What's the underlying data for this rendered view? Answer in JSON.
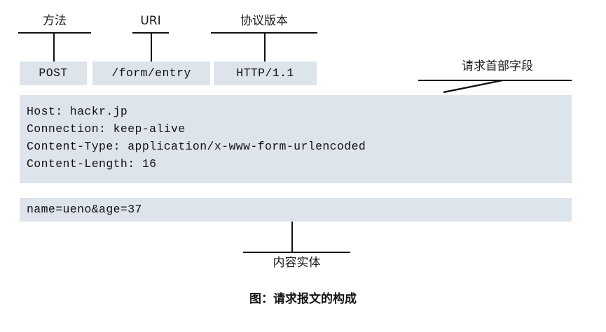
{
  "figure": {
    "caption": "图：请求报文的构成",
    "accent_block_color": "#dee4ec",
    "line_color": "#111111"
  },
  "request_line": {
    "method": "POST",
    "uri": "/form/entry",
    "version": "HTTP/1.1"
  },
  "callouts": {
    "method_label": "方法",
    "uri_label": "URI",
    "version_label": "协议版本",
    "headers_label": "请求首部字段",
    "entity_label": "内容实体"
  },
  "headers": {
    "lines": [
      "Host: hackr.jp",
      "Connection: keep-alive",
      "Content-Type: application/x-www-form-urlencoded",
      "Content-Length: 16"
    ]
  },
  "body": {
    "content": "name=ueno&age=37"
  }
}
